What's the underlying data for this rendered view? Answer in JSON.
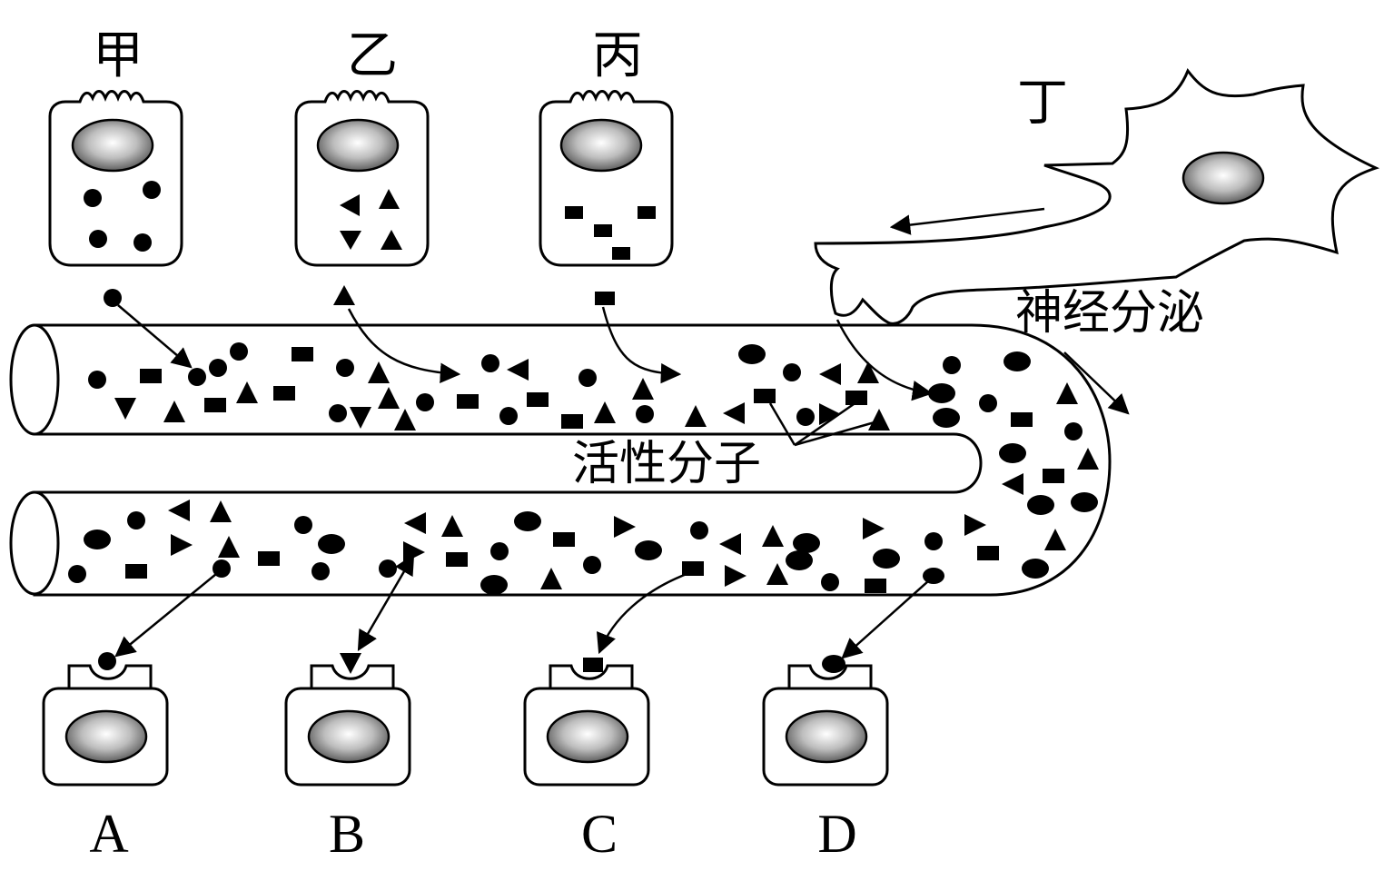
{
  "labels": {
    "jia": "甲",
    "yi": "乙",
    "bing": "丙",
    "ding": "丁",
    "neural_secretion": "神经分泌",
    "active_molecule": "活性分子",
    "target_a": "A",
    "target_b": "B",
    "target_c": "C",
    "target_d": "D"
  },
  "colors": {
    "stroke": "#000000",
    "background": "#ffffff",
    "nucleus_light": "#ffffff",
    "nucleus_dark": "#6a6a6a"
  },
  "molecule_shapes": {
    "jia": "small-dot",
    "yi": "triangle",
    "bing": "square",
    "ding": "oval-dot"
  }
}
